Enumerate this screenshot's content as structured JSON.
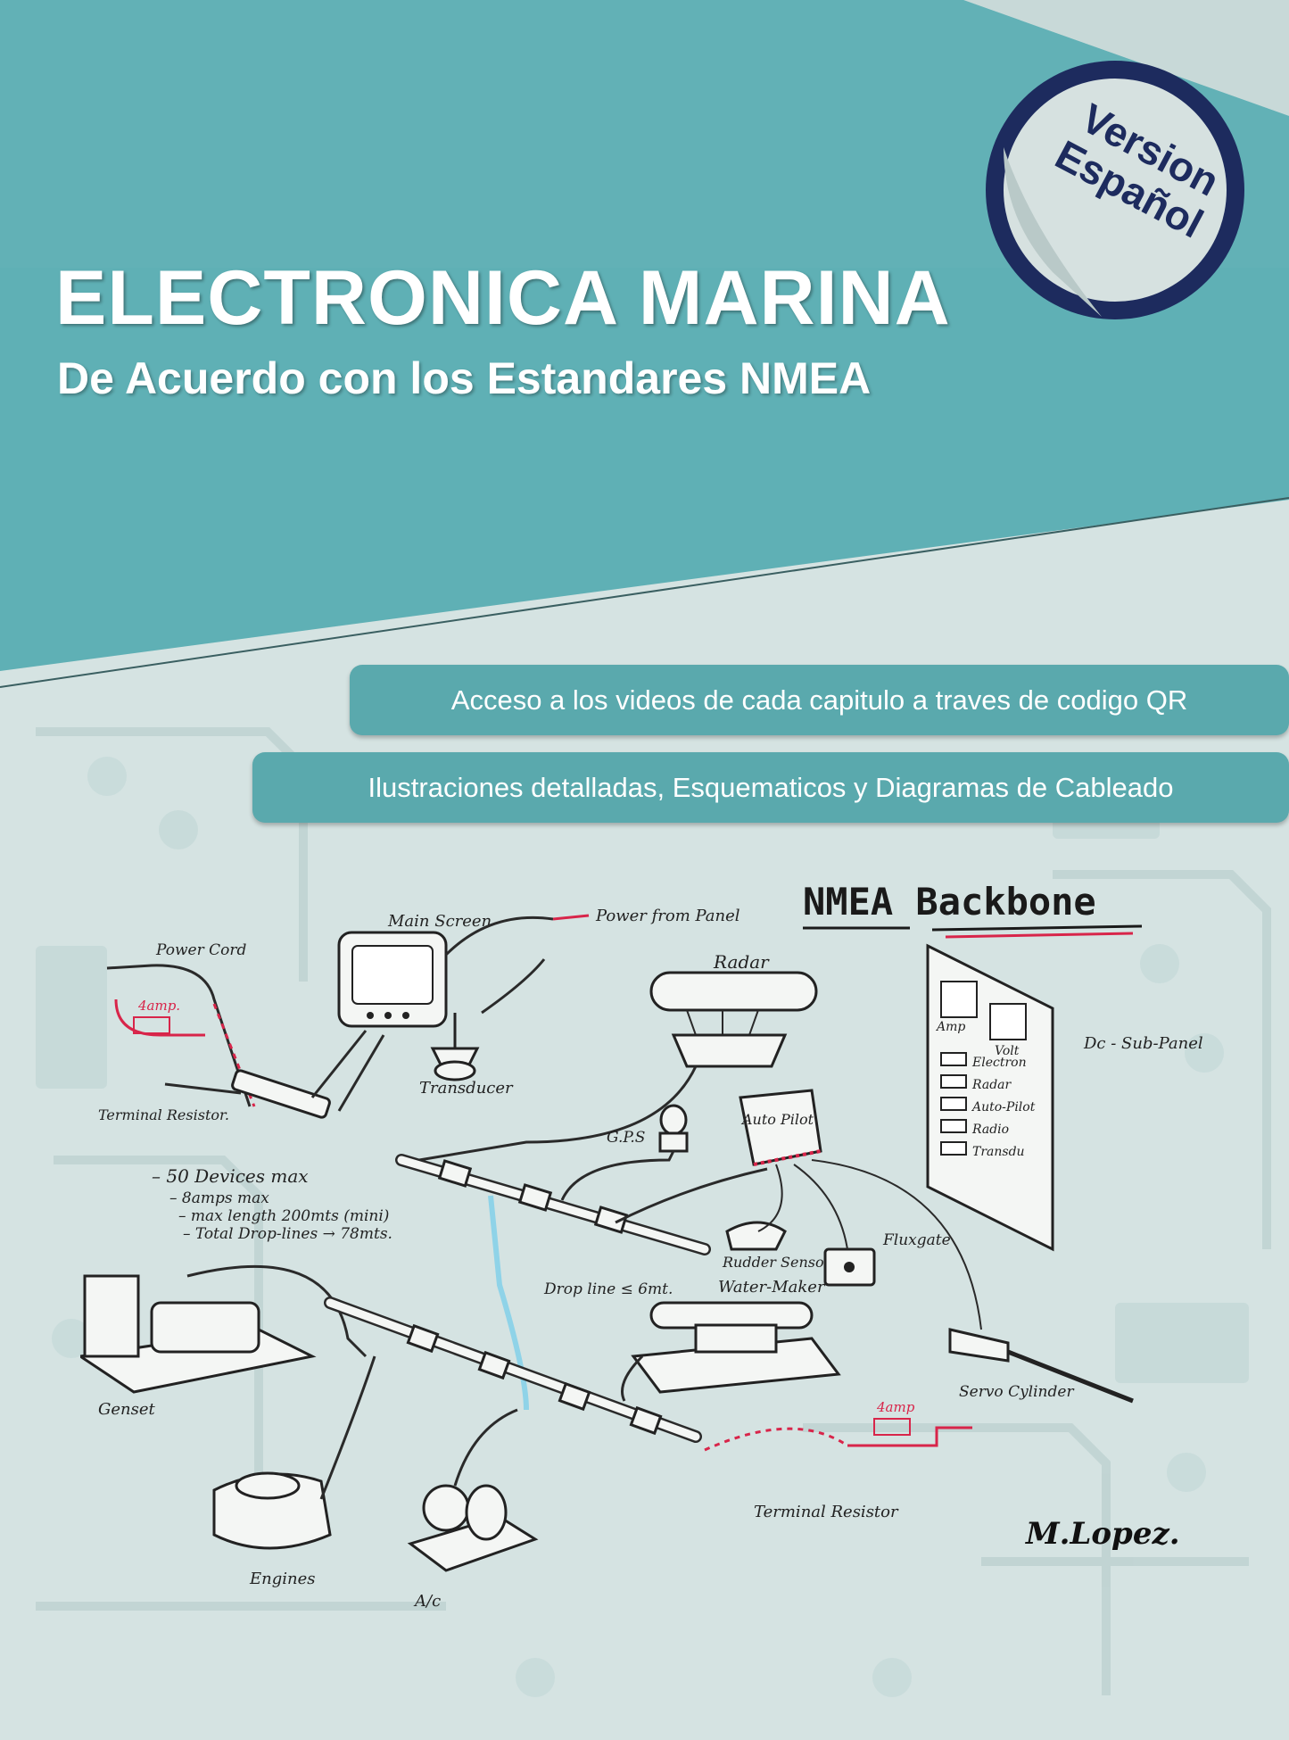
{
  "cover": {
    "title": "ELECTRONICA MARINA",
    "subtitle": "De Acuerdo con los Estandares NMEA",
    "badge": {
      "line1": "Version",
      "line2": "Español"
    },
    "features": [
      "Acceso a los videos de cada capitulo a traves de codigo QR",
      "Ilustraciones detalladas, Esquematicos y Diagramas de Cableado"
    ]
  },
  "diagram": {
    "heading": "NMEA Backbone",
    "labels": {
      "main_screen": "Main Screen",
      "power_from_panel": "Power from Panel",
      "power_cord": "Power Cord",
      "fuse_left": "4amp.",
      "radar": "Radar",
      "dc_sub_panel": "Dc - Sub-Panel",
      "amp": "Amp",
      "volt": "Volt",
      "transducer": "Transducer",
      "terminal_resistor_top": "Terminal Resistor.",
      "gps": "G.P.S",
      "auto_pilot": "Auto Pilot",
      "rudder_sensor": "Rudder Sensor",
      "fluxgate": "Fluxgate",
      "drop_line": "Drop line ≤ 6mt.",
      "water_maker": "Water-Maker",
      "servo_cylinder": "Servo Cylinder",
      "genset": "Genset",
      "engines": "Engines",
      "ac": "A/c",
      "terminal_resistor_bottom": "Terminal Resistor",
      "fuse_right": "4amp",
      "signature": "M.Lopez."
    },
    "panel_breakers": [
      "Electron",
      "Radar",
      "Auto-Pilot",
      "Radio",
      "Transdu"
    ],
    "specs": [
      "– 50 Devices max",
      "– 8amps max",
      "– max length 200mts (mini)",
      "– Total Drop-lines → 78mts."
    ]
  },
  "colors": {
    "teal": "#5fb0b5",
    "teal_dark": "#3f8e93",
    "badge_ring": "#1d2b5e",
    "badge_text": "#1d2b5e",
    "accent_red": "#d8254a",
    "drop_line": "#8fd3e8"
  }
}
